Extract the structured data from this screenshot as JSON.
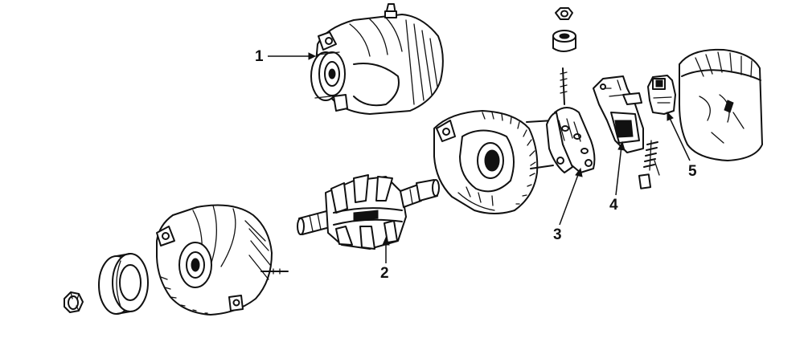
{
  "callouts": [
    {
      "id": "1",
      "label": "1"
    },
    {
      "id": "2",
      "label": "2"
    },
    {
      "id": "3",
      "label": "3"
    },
    {
      "id": "4",
      "label": "4"
    },
    {
      "id": "5",
      "label": "5"
    }
  ],
  "parts": [
    {
      "id": "alternator-assembly",
      "callout": "1"
    },
    {
      "id": "rotor",
      "callout": "2"
    },
    {
      "id": "rectifier",
      "callout": "3"
    },
    {
      "id": "brush-holder",
      "callout": "4"
    },
    {
      "id": "regulator",
      "callout": "5"
    },
    {
      "id": "pulley-nut",
      "callout": ""
    },
    {
      "id": "pulley",
      "callout": ""
    },
    {
      "id": "drive-end-frame",
      "callout": ""
    },
    {
      "id": "stator-rear-frame",
      "callout": ""
    },
    {
      "id": "terminal-nut",
      "callout": ""
    },
    {
      "id": "terminal-insulator",
      "callout": ""
    },
    {
      "id": "brush-spring",
      "callout": ""
    },
    {
      "id": "rear-end-cover",
      "callout": ""
    }
  ]
}
